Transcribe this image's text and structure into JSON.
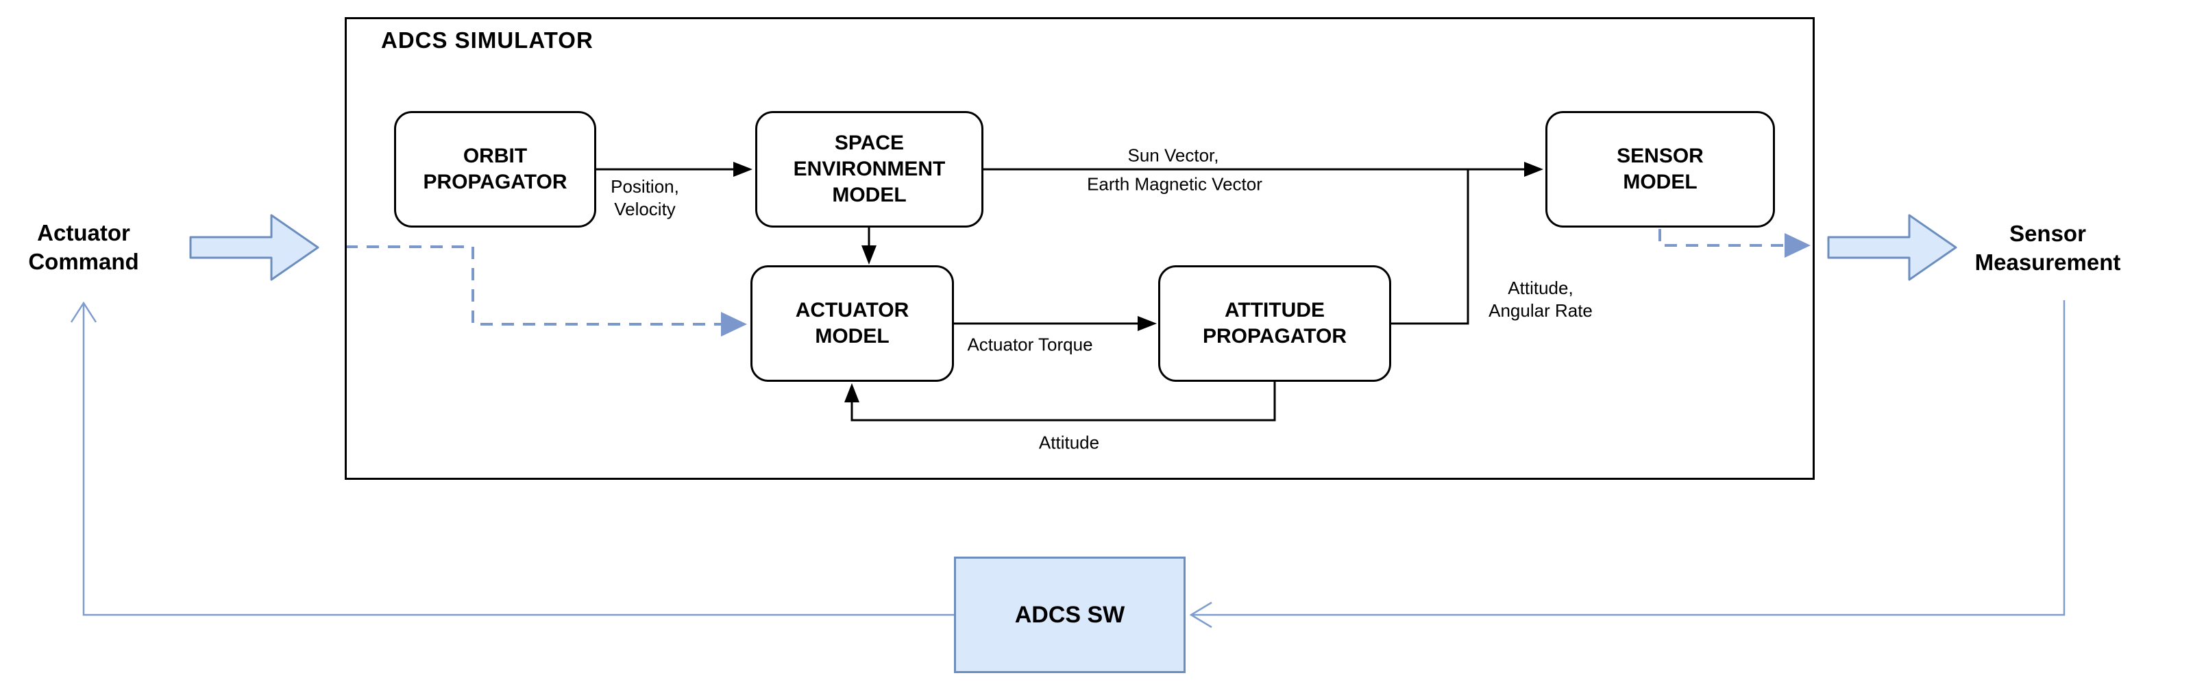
{
  "simulator": {
    "title": "ADCS SIMULATOR"
  },
  "blocks": {
    "orbit": {
      "label": "ORBIT\nPROPAGATOR"
    },
    "space_env": {
      "label": "SPACE\nENVIRONMENT\nMODEL"
    },
    "sensor": {
      "label": "SENSOR\nMODEL"
    },
    "actuator": {
      "label": "ACTUATOR\nMODEL"
    },
    "attitude": {
      "label": "ATTITUDE\nPROPAGATOR"
    },
    "adcs_sw": {
      "label": "ADCS SW"
    }
  },
  "signals": {
    "position_velocity": "Position,\nVelocity",
    "sun_vector": "Sun Vector,",
    "earth_magnetic_vector": "Earth Magnetic Vector",
    "actuator_torque": "Actuator Torque",
    "attitude_angular_rate": "Attitude,\nAngular Rate",
    "attitude_feedback": "Attitude"
  },
  "io": {
    "actuator_command": "Actuator\nCommand",
    "sensor_measurement": "Sensor\nMeasurement"
  },
  "colors": {
    "background": "#ffffff",
    "text": "#000000",
    "line_black": "#000000",
    "box_border": "#000000",
    "box_fill": "#ffffff",
    "blue_stroke": "#6c8ebf",
    "blue_fill": "#dae8fc",
    "loop_stroke": "#7e9ccd",
    "dash_stroke": "#7b97cc"
  }
}
